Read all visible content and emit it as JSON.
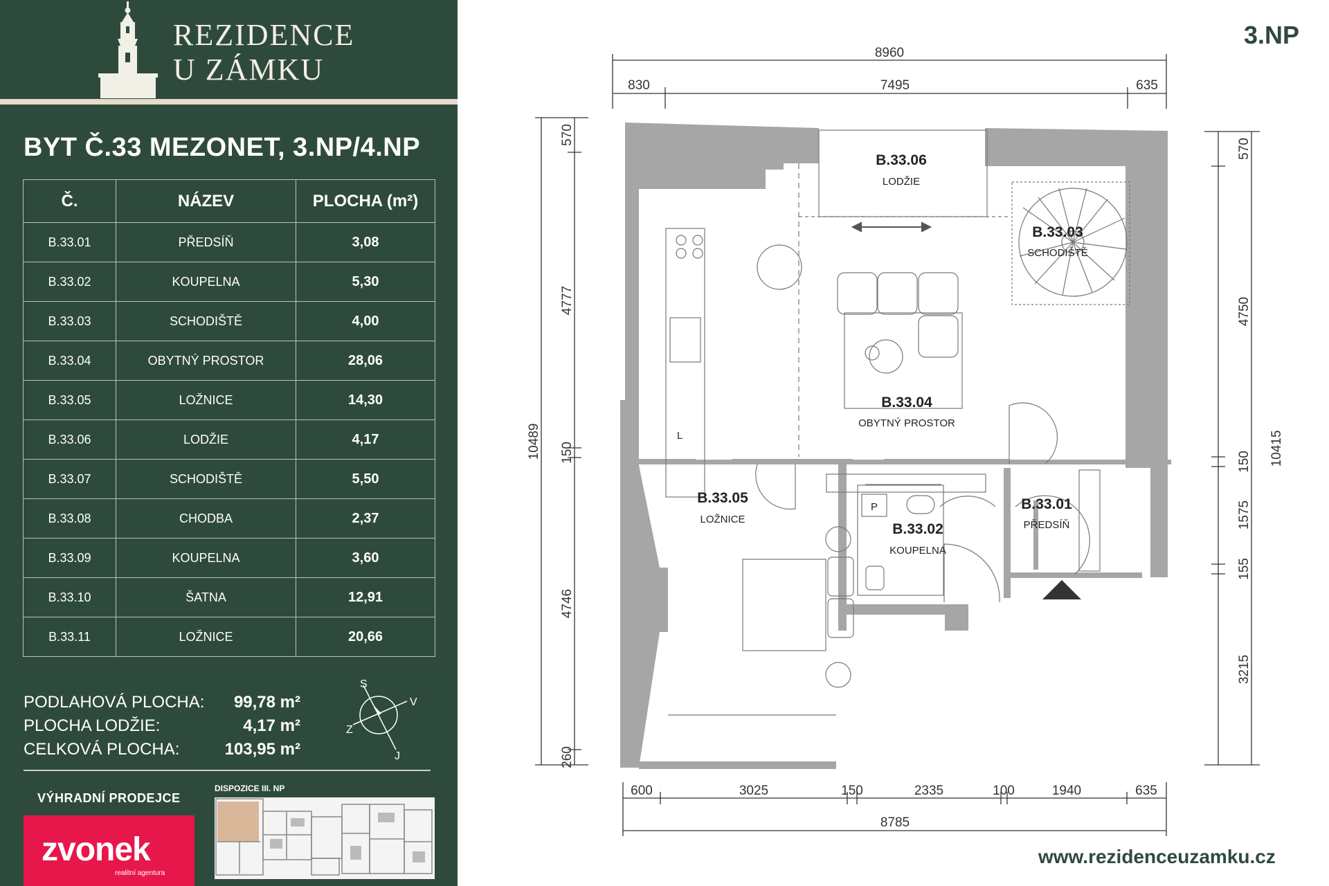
{
  "brand": {
    "line1": "REZIDENCE",
    "line2": "U ZÁMKU"
  },
  "title": "BYT Č.33 MEZONET, 3.NP/4.NP",
  "table": {
    "headers": [
      "Č.",
      "NÁZEV",
      "PLOCHA (m²)"
    ],
    "rows": [
      {
        "code": "B.33.01",
        "name": "PŘEDSÍŇ",
        "area": "3,08"
      },
      {
        "code": "B.33.02",
        "name": "KOUPELNA",
        "area": "5,30"
      },
      {
        "code": "B.33.03",
        "name": "SCHODIŠTĚ",
        "area": "4,00"
      },
      {
        "code": "B.33.04",
        "name": "OBYTNÝ PROSTOR",
        "area": "28,06"
      },
      {
        "code": "B.33.05",
        "name": "LOŽNICE",
        "area": "14,30"
      },
      {
        "code": "B.33.06",
        "name": "LODŽIE",
        "area": "4,17"
      },
      {
        "code": "B.33.07",
        "name": "SCHODIŠTĚ",
        "area": "5,50"
      },
      {
        "code": "B.33.08",
        "name": "CHODBA",
        "area": "2,37"
      },
      {
        "code": "B.33.09",
        "name": "KOUPELNA",
        "area": "3,60"
      },
      {
        "code": "B.33.10",
        "name": "ŠATNA",
        "area": "12,91"
      },
      {
        "code": "B.33.11",
        "name": "LOŽNICE",
        "area": "20,66"
      }
    ]
  },
  "summary": {
    "floor_label": "PODLAHOVÁ PLOCHA:",
    "floor_value": "99,78 m²",
    "loggia_label": "PLOCHA LODŽIE:",
    "loggia_value": "4,17 m²",
    "total_label": "CELKOVÁ PLOCHA:",
    "total_value": "103,95 m²"
  },
  "compass": {
    "s": "S",
    "v": "V",
    "z": "Z",
    "j": "J"
  },
  "seller": {
    "title": "VÝHRADNÍ PRODEJCE",
    "logo": "zvonek",
    "subtitle": "realitní agentura"
  },
  "dispo_title": "DISPOZICE III. NP",
  "floor_badge": "3.NP",
  "website": "www.rezidenceuzamku.cz",
  "plan": {
    "dims_top": {
      "total": "8960",
      "a": "830",
      "b": "7495",
      "c": "635"
    },
    "dims_bottom": {
      "total": "8785",
      "a": "600",
      "b": "3025",
      "c": "150",
      "d": "2335",
      "e": "100",
      "f": "1940",
      "g": "635"
    },
    "dims_left": {
      "total": "10489",
      "a": "570",
      "b": "4777",
      "c": "150",
      "d": "4746",
      "e": "260"
    },
    "dims_right": {
      "total": "10415",
      "a": "570",
      "b": "4750",
      "c": "150",
      "d": "1575",
      "e": "155",
      "f": "3215"
    },
    "rooms": {
      "r06": {
        "code": "B.33.06",
        "name": "LODŽIE"
      },
      "r03": {
        "code": "B.33.03",
        "name": "SCHODIŠTĚ"
      },
      "r04": {
        "code": "B.33.04",
        "name": "OBYTNÝ PROSTOR"
      },
      "r05": {
        "code": "B.33.05",
        "name": "LOŽNICE"
      },
      "r02": {
        "code": "B.33.02",
        "name": "KOUPELNA"
      },
      "r01": {
        "code": "B.33.01",
        "name": "PŘEDSÍŇ"
      }
    },
    "fixture_l": "L",
    "fixture_p": "P"
  }
}
